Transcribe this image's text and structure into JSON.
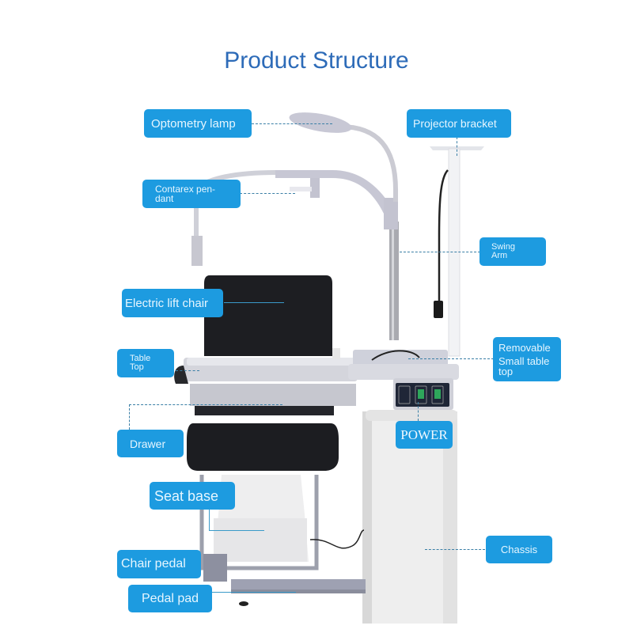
{
  "title": "Product Structure",
  "colors": {
    "title": "#2d6bb8",
    "label_bg": "#1d9be0",
    "label_text": "#e6f6ff",
    "leader_line": "#3a7fa6"
  },
  "labels": {
    "optometry_lamp": "Optometry lamp",
    "contarex_pendant_line1": "Contarex pen-",
    "contarex_pendant_line2": "dant",
    "projector_bracket": "Projector bracket",
    "swing_arm_line1": "Swing",
    "swing_arm_line2": "Arm",
    "electric_lift_chair": "Electric lift chair",
    "table_top_line1": "Table",
    "table_top_line2": "Top",
    "removable_line1": "Removable",
    "removable_line2": "Small table",
    "removable_line3": "top",
    "drawer": "Drawer",
    "power": "POWER",
    "seat_base": "Seat base",
    "chassis": "Chassis",
    "chair_pedal": "Chair pedal",
    "pedal_pad": "Pedal pad"
  }
}
